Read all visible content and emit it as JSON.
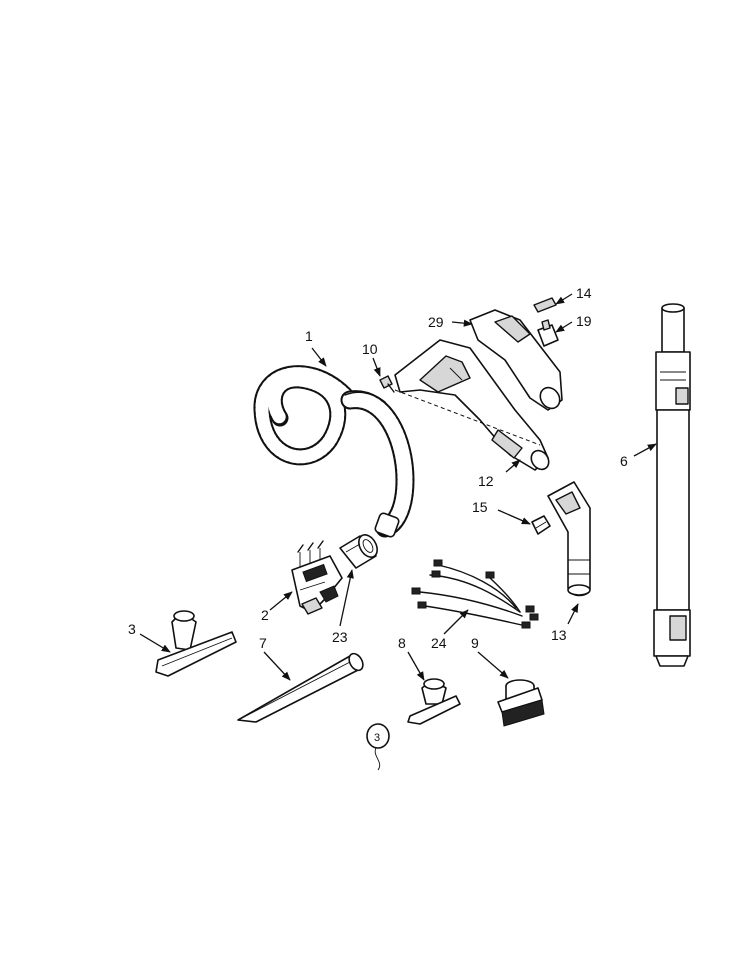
{
  "diagram": {
    "callouts": [
      {
        "id": "label-1",
        "text": "1"
      },
      {
        "id": "label-2",
        "text": "2"
      },
      {
        "id": "label-3",
        "text": "3"
      },
      {
        "id": "label-6",
        "text": "6"
      },
      {
        "id": "label-7",
        "text": "7"
      },
      {
        "id": "label-8",
        "text": "8"
      },
      {
        "id": "label-9",
        "text": "9"
      },
      {
        "id": "label-10",
        "text": "10"
      },
      {
        "id": "label-12",
        "text": "12"
      },
      {
        "id": "label-13",
        "text": "13"
      },
      {
        "id": "label-14",
        "text": "14"
      },
      {
        "id": "label-15",
        "text": "15"
      },
      {
        "id": "label-19",
        "text": "19"
      },
      {
        "id": "label-23",
        "text": "23"
      },
      {
        "id": "label-24",
        "text": "24"
      },
      {
        "id": "label-29",
        "text": "29"
      }
    ],
    "tag_text": "3"
  }
}
